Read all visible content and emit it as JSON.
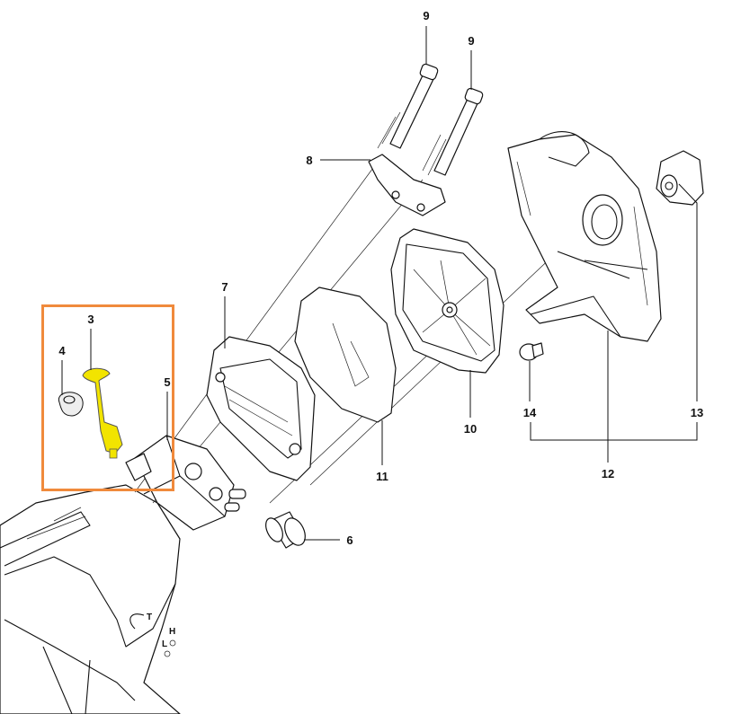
{
  "diagram": {
    "type": "exploded parts diagram",
    "highlight_color": "#f08a3c",
    "highlighted_part_color": "#f2e400",
    "callouts": [
      {
        "id": "9a",
        "label": "9"
      },
      {
        "id": "9b",
        "label": "9"
      },
      {
        "id": "8",
        "label": "8"
      },
      {
        "id": "7",
        "label": "7"
      },
      {
        "id": "3",
        "label": "3"
      },
      {
        "id": "4",
        "label": "4"
      },
      {
        "id": "5",
        "label": "5"
      },
      {
        "id": "6",
        "label": "6"
      },
      {
        "id": "10",
        "label": "10"
      },
      {
        "id": "11",
        "label": "11"
      },
      {
        "id": "12",
        "label": "12"
      },
      {
        "id": "13",
        "label": "13"
      },
      {
        "id": "14",
        "label": "14"
      }
    ],
    "engine_markings": {
      "t": "T",
      "h": "H",
      "l": "L"
    }
  }
}
